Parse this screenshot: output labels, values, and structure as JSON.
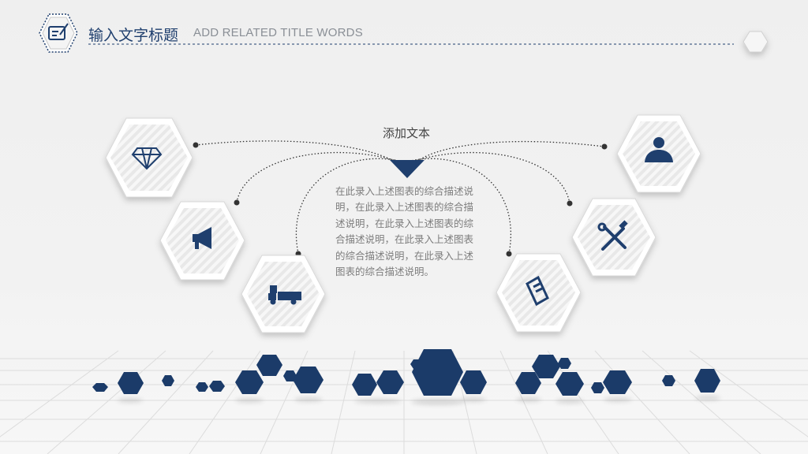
{
  "header": {
    "title_cn": "输入文字标题",
    "title_en": "ADD RELATED TITLE WORDS",
    "logo_icon": "edit-note-icon"
  },
  "center": {
    "heading": "添加文本",
    "body": "在此录入上述图表的综合描述说明，在此录入上述图表的综合描述说明，在此录入上述图表的综合描述说明，在此录入上述图表的综合描述说明，在此录入上述图表的综合描述说明。"
  },
  "hexagon_icons": [
    "diamond-icon",
    "megaphone-icon",
    "truck-icon",
    "document-icon",
    "tools-icon",
    "person-icon"
  ],
  "colors": {
    "accent": "#1f3f6e",
    "text_gray": "#7d7d7d",
    "background": "#f0f0f0"
  }
}
